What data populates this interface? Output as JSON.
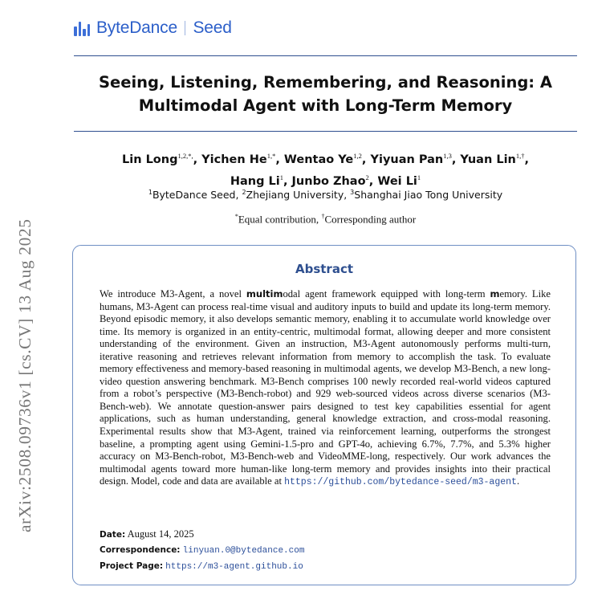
{
  "logo": {
    "brand": "ByteDance",
    "product": "Seed"
  },
  "title": {
    "line1": "Seeing, Listening, Remembering, and Reasoning: A",
    "line2": "Multimodal Agent with Long-Term Memory"
  },
  "authors": [
    {
      "name": "Lin Long",
      "sup": "1,2,*,"
    },
    {
      "name": "Yichen He",
      "sup": "1,*"
    },
    {
      "name": "Wentao Ye",
      "sup": "1,2"
    },
    {
      "name": "Yiyuan Pan",
      "sup": "1,3"
    },
    {
      "name": "Yuan Lin",
      "sup": "1,†"
    },
    {
      "name": "Hang Li",
      "sup": "1"
    },
    {
      "name": "Junbo Zhao",
      "sup": "2"
    },
    {
      "name": "Wei Li",
      "sup": "1"
    }
  ],
  "affiliations": [
    {
      "sup": "1",
      "name": "ByteDance Seed"
    },
    {
      "sup": "2",
      "name": "Zhejiang University"
    },
    {
      "sup": "3",
      "name": "Shanghai Jiao Tong University"
    }
  ],
  "notes": {
    "equal_sup": "*",
    "equal": "Equal contribution,",
    "corr_sup": "†",
    "corr": "Corresponding author"
  },
  "side_stamp": "arXiv:2508.09736v1  [cs.CV]  13 Aug 2025",
  "abstract": {
    "heading": "Abstract",
    "intro_a": "We introduce M3-Agent, a novel ",
    "m1": "m",
    "ulti": "ulti",
    "m2": "m",
    "odal_mid": "odal agent framework equipped with long-term ",
    "m3": "m",
    "body": "emory. Like humans, M3-Agent can process real-time visual and auditory inputs to build and update its long-term memory. Beyond episodic memory, it also develops semantic memory, enabling it to accumulate world knowledge over time. Its memory is organized in an entity-centric, multimodal format, allowing deeper and more consistent understanding of the environment. Given an instruction, M3-Agent autonomously performs multi-turn, iterative reasoning and retrieves relevant information from memory to accomplish the task. To evaluate memory effectiveness and memory-based reasoning in multimodal agents, we develop M3-Bench, a new long-video question answering benchmark. M3-Bench comprises 100 newly recorded real-world videos captured from a robot’s perspective (M3-Bench-robot) and 929 web-sourced videos across diverse scenarios (M3-Bench-web). We annotate question-answer pairs designed to test key capabilities essential for agent applications, such as human understanding, general knowledge extraction, and cross-modal reasoning. Experimental results show that M3-Agent, trained via reinforcement learning, outperforms the strongest baseline, a prompting agent using Gemini-1.5-pro and GPT-4o, achieving 6.7%, 7.7%, and 5.3% higher accuracy on M3-Bench-robot, M3-Bench-web and VideoMME-long, respectively. Our work advances the multimodal agents toward more human-like long-term memory and provides insights into their practical design. Model, code and data are available at ",
    "url": "https://github.com/bytedance-seed/m3-agent",
    "url_end": "."
  },
  "meta": {
    "date_label": "Date:",
    "date": "August 14, 2025",
    "corr_label": "Correspondence:",
    "corr_email": "linyuan.0@bytedance.com",
    "page_label": "Project Page:",
    "page_url": "https://m3-agent.github.io"
  }
}
